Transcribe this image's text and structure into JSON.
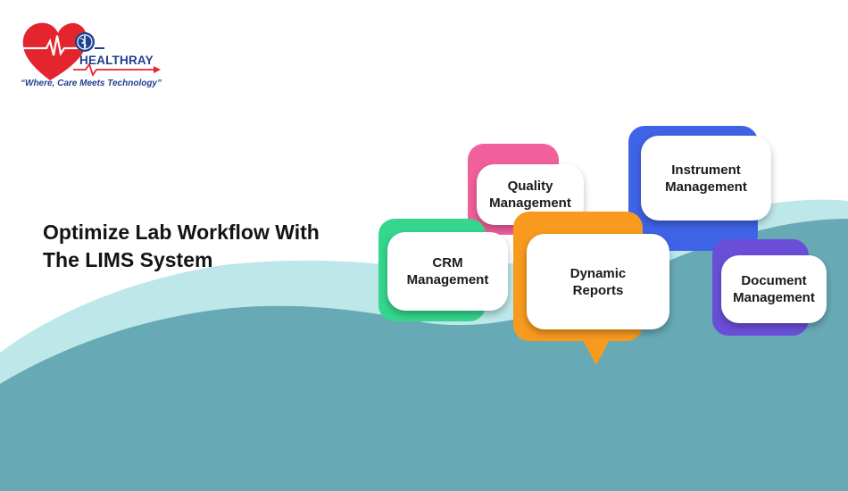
{
  "brand": {
    "name": "HEALTHRAY",
    "tagline": "“Where, Care Meets Technology”",
    "colors": {
      "heart": "#e5252d",
      "navy": "#1f3f8f"
    },
    "icon": "heart-caduceus-logo-icon"
  },
  "headline": {
    "line1": "Optimize Lab Workflow With",
    "line2": "The LIMS System"
  },
  "features": {
    "quality": {
      "line1": "Quality",
      "line2": "Management",
      "color": "#f0609b"
    },
    "instrument": {
      "line1": "Instrument",
      "line2": "Management",
      "color": "#3f63e6"
    },
    "crm": {
      "line1": "CRM",
      "line2": "Management",
      "color": "#35d68e"
    },
    "dynamic": {
      "line1": "Dynamic",
      "line2": "Reports",
      "color": "#f79a1e"
    },
    "document": {
      "line1": "Document",
      "line2": "Management",
      "color": "#6a4ed8"
    }
  },
  "background": {
    "wave_light": "#bde7e8",
    "wave_dark": "#67a9b5"
  }
}
